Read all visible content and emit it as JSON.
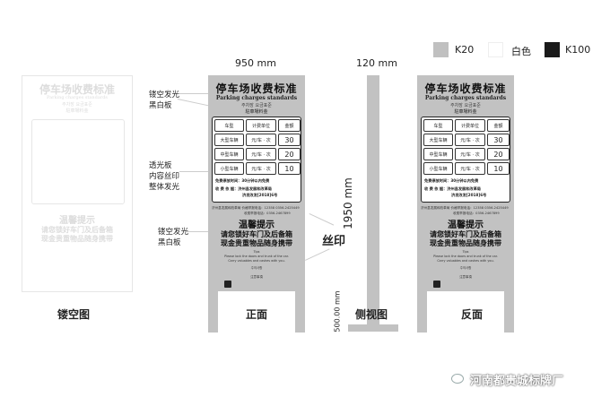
{
  "legend": [
    {
      "label": "K20",
      "color": "#c0c0c0"
    },
    {
      "label": "白色",
      "color": "#ffffff"
    },
    {
      "label": "K100",
      "color": "#1a1a1a"
    }
  ],
  "dimensions": {
    "width": "950 mm",
    "depth": "120 mm",
    "height": "1950 mm",
    "leg_height": "500.00 mm"
  },
  "views": {
    "cutout": "镂空图",
    "front": "正面",
    "side": "侧视图",
    "back": "反面"
  },
  "annotations": {
    "a1": [
      "镂空发光",
      "黑白板"
    ],
    "a2": [
      "透光板",
      "内容丝印",
      "整体发光"
    ],
    "a3": [
      "镂空发光",
      "黑白板"
    ],
    "silk": "丝印"
  },
  "sign": {
    "title": "停车场收费标准",
    "title_en": "Parking charges standards",
    "title_ko": "주차장 요금표준",
    "title_ja": "駐車場料金",
    "headers": [
      "车型",
      "计费单位",
      "金额"
    ],
    "rows": [
      {
        "type": "大型车辆",
        "unit": "元/车 · 次",
        "amount": "30"
      },
      {
        "type": "中型车辆",
        "unit": "元/车 · 次",
        "amount": "20"
      },
      {
        "type": "小型车辆",
        "unit": "元/车 · 次",
        "amount": "10"
      }
    ],
    "free": "免费停放时间：30分钟以内免费",
    "basis1": "收 费 依 据：济州县发展和改革局",
    "basis2": "济发改发[2018]6号",
    "contact1": "济州县发展和改革局  价格举报电话：12358 0356-2425449",
    "contact2": "收费举报电话：0356-2467899",
    "warm_title": "温馨提示",
    "warm1": "请您锁好车门及后备箱",
    "warm2": "现金贵重物品随身携带",
    "tips": "Tips",
    "tips_en1": "Please lock the doors and trunk of the car.",
    "tips_en2": "Carry valuables and cashes with you.",
    "tips_ko_t": "주의사항",
    "tips_ja_t": "注意事項"
  },
  "watermark": "河南都贵城标牌厂"
}
